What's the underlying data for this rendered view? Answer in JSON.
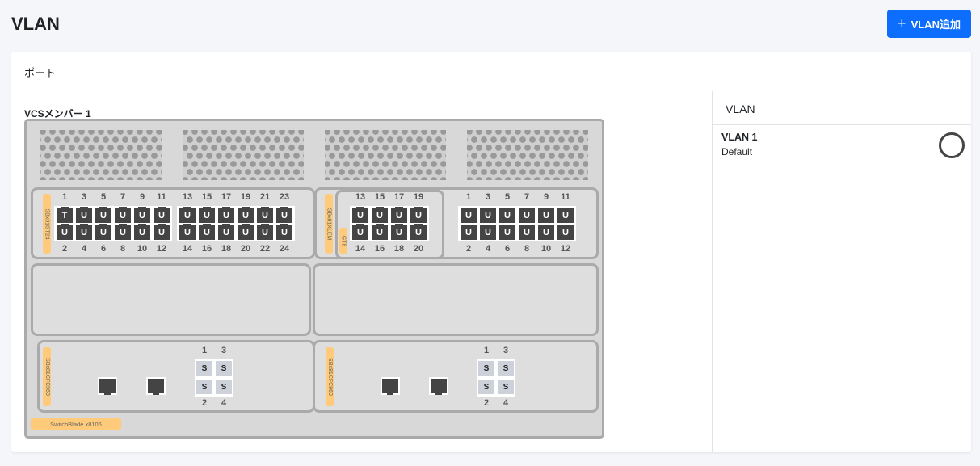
{
  "page": {
    "title": "VLAN",
    "add_button": "VLAN追加",
    "add_icon": "plus-icon"
  },
  "ports_card": {
    "title": "ポート",
    "member_label": "VCSメンバー 1",
    "chassis_label": "SwitchBlade x8106"
  },
  "modules": {
    "slot1": {
      "label": "SBx81GT24",
      "groups": [
        {
          "top": [
            "1",
            "3",
            "5",
            "7",
            "9",
            "11"
          ],
          "bottom": [
            "2",
            "4",
            "6",
            "8",
            "10",
            "12"
          ],
          "top_modes": [
            "T",
            "U",
            "U",
            "U",
            "U",
            "U"
          ],
          "bottom_modes": [
            "U",
            "U",
            "U",
            "U",
            "U",
            "U"
          ]
        },
        {
          "top": [
            "13",
            "15",
            "17",
            "19",
            "21",
            "23"
          ],
          "bottom": [
            "14",
            "16",
            "18",
            "20",
            "22",
            "24"
          ],
          "top_modes": [
            "U",
            "U",
            "U",
            "U",
            "U",
            "U"
          ],
          "bottom_modes": [
            "U",
            "U",
            "U",
            "U",
            "U",
            "U"
          ]
        }
      ]
    },
    "slot2": {
      "label": "SBx81XLEM",
      "sub_label": "GT8",
      "groups": [
        {
          "top": [
            "13",
            "15",
            "17",
            "19"
          ],
          "bottom": [
            "14",
            "16",
            "18",
            "20"
          ],
          "top_modes": [
            "U",
            "U",
            "U",
            "U"
          ],
          "bottom_modes": [
            "U",
            "U",
            "U",
            "U"
          ]
        },
        {
          "top": [
            "1",
            "3",
            "5",
            "7",
            "9",
            "11"
          ],
          "bottom": [
            "2",
            "4",
            "6",
            "8",
            "10",
            "12"
          ],
          "top_modes": [
            "U",
            "U",
            "U",
            "U",
            "U",
            "U"
          ],
          "bottom_modes": [
            "U",
            "U",
            "U",
            "U",
            "U",
            "U"
          ]
        }
      ]
    },
    "cfc1": {
      "label": "SBx81CFC960",
      "top": [
        "1",
        "3"
      ],
      "bottom": [
        "2",
        "4"
      ],
      "modes": [
        "S",
        "S",
        "S",
        "S"
      ]
    },
    "cfc2": {
      "label": "SBx81CFC960",
      "top": [
        "1",
        "3"
      ],
      "bottom": [
        "2",
        "4"
      ],
      "modes": [
        "S",
        "S",
        "S",
        "S"
      ]
    }
  },
  "vlan_panel": {
    "title": "VLAN",
    "items": [
      {
        "name": "VLAN 1",
        "description": "Default",
        "selected": false
      }
    ]
  }
}
